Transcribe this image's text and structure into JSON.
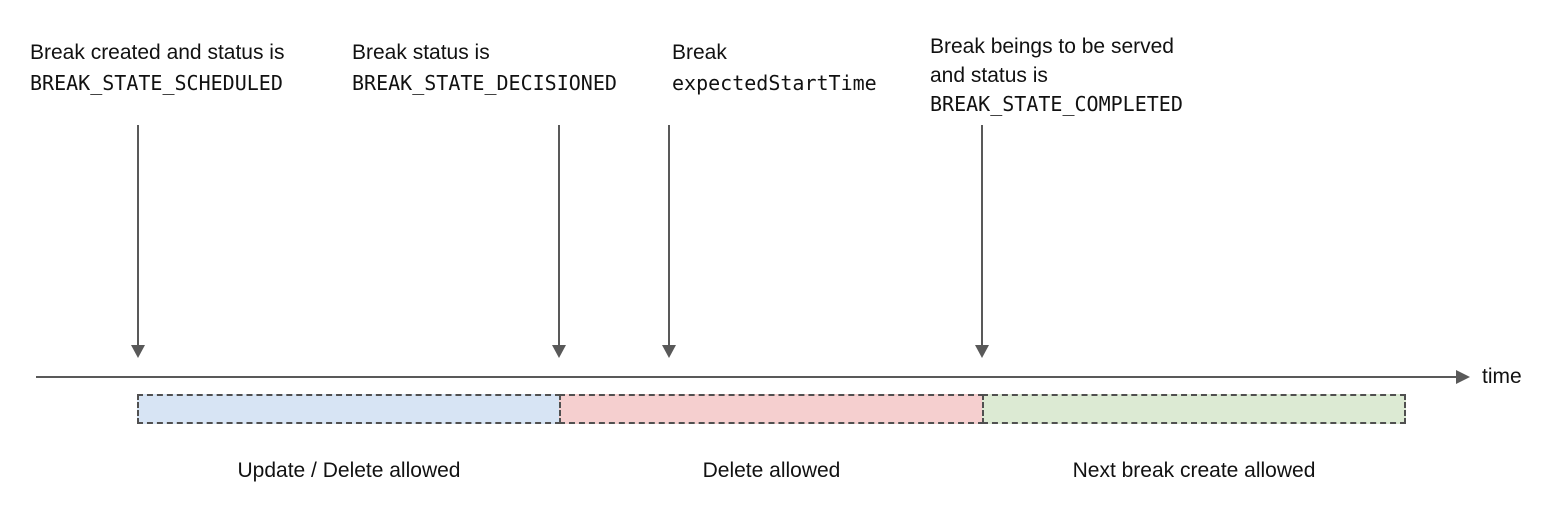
{
  "annotations": [
    {
      "line1": "Break created and status is",
      "code": "BREAK_STATE_SCHEDULED"
    },
    {
      "line1": "Break status is",
      "code": "BREAK_STATE_DECISIONED"
    },
    {
      "line1": "Break",
      "code": "expectedStartTime"
    },
    {
      "line1": "Break beings to be served",
      "line2": "and status is",
      "code": "BREAK_STATE_COMPLETED"
    }
  ],
  "timeline": {
    "axis_label": "time",
    "axis_color": "#595959"
  },
  "segments": [
    {
      "label": "Update / Delete allowed",
      "color": "#d7e4f4"
    },
    {
      "label": "Delete allowed",
      "color": "#f5cfcf"
    },
    {
      "label": "Next break create allowed",
      "color": "#dcead3"
    }
  ],
  "border_color": "#505050"
}
